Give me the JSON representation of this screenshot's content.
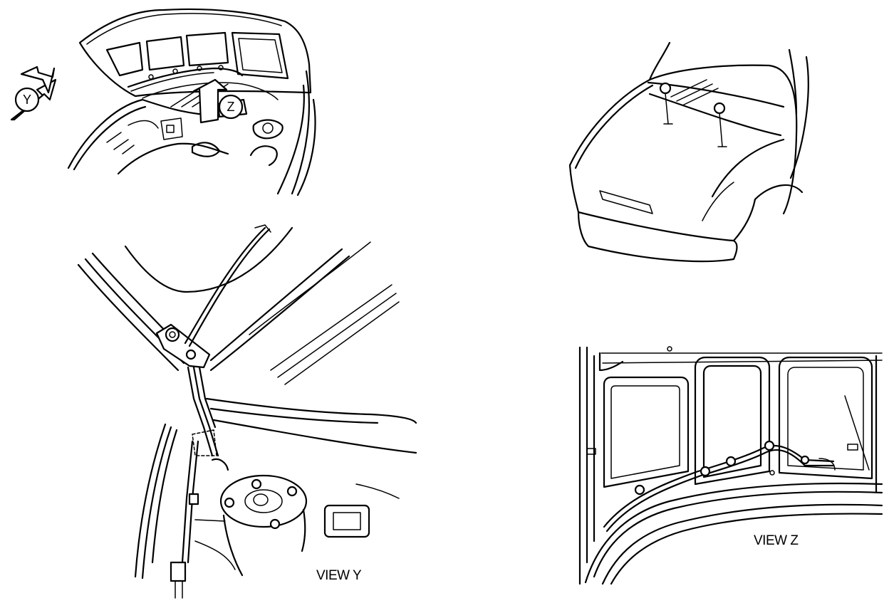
{
  "figure": {
    "callout_y": "Y",
    "callout_z": "Z",
    "caption_y": "VIEW Y",
    "caption_z": "VIEW Z"
  }
}
